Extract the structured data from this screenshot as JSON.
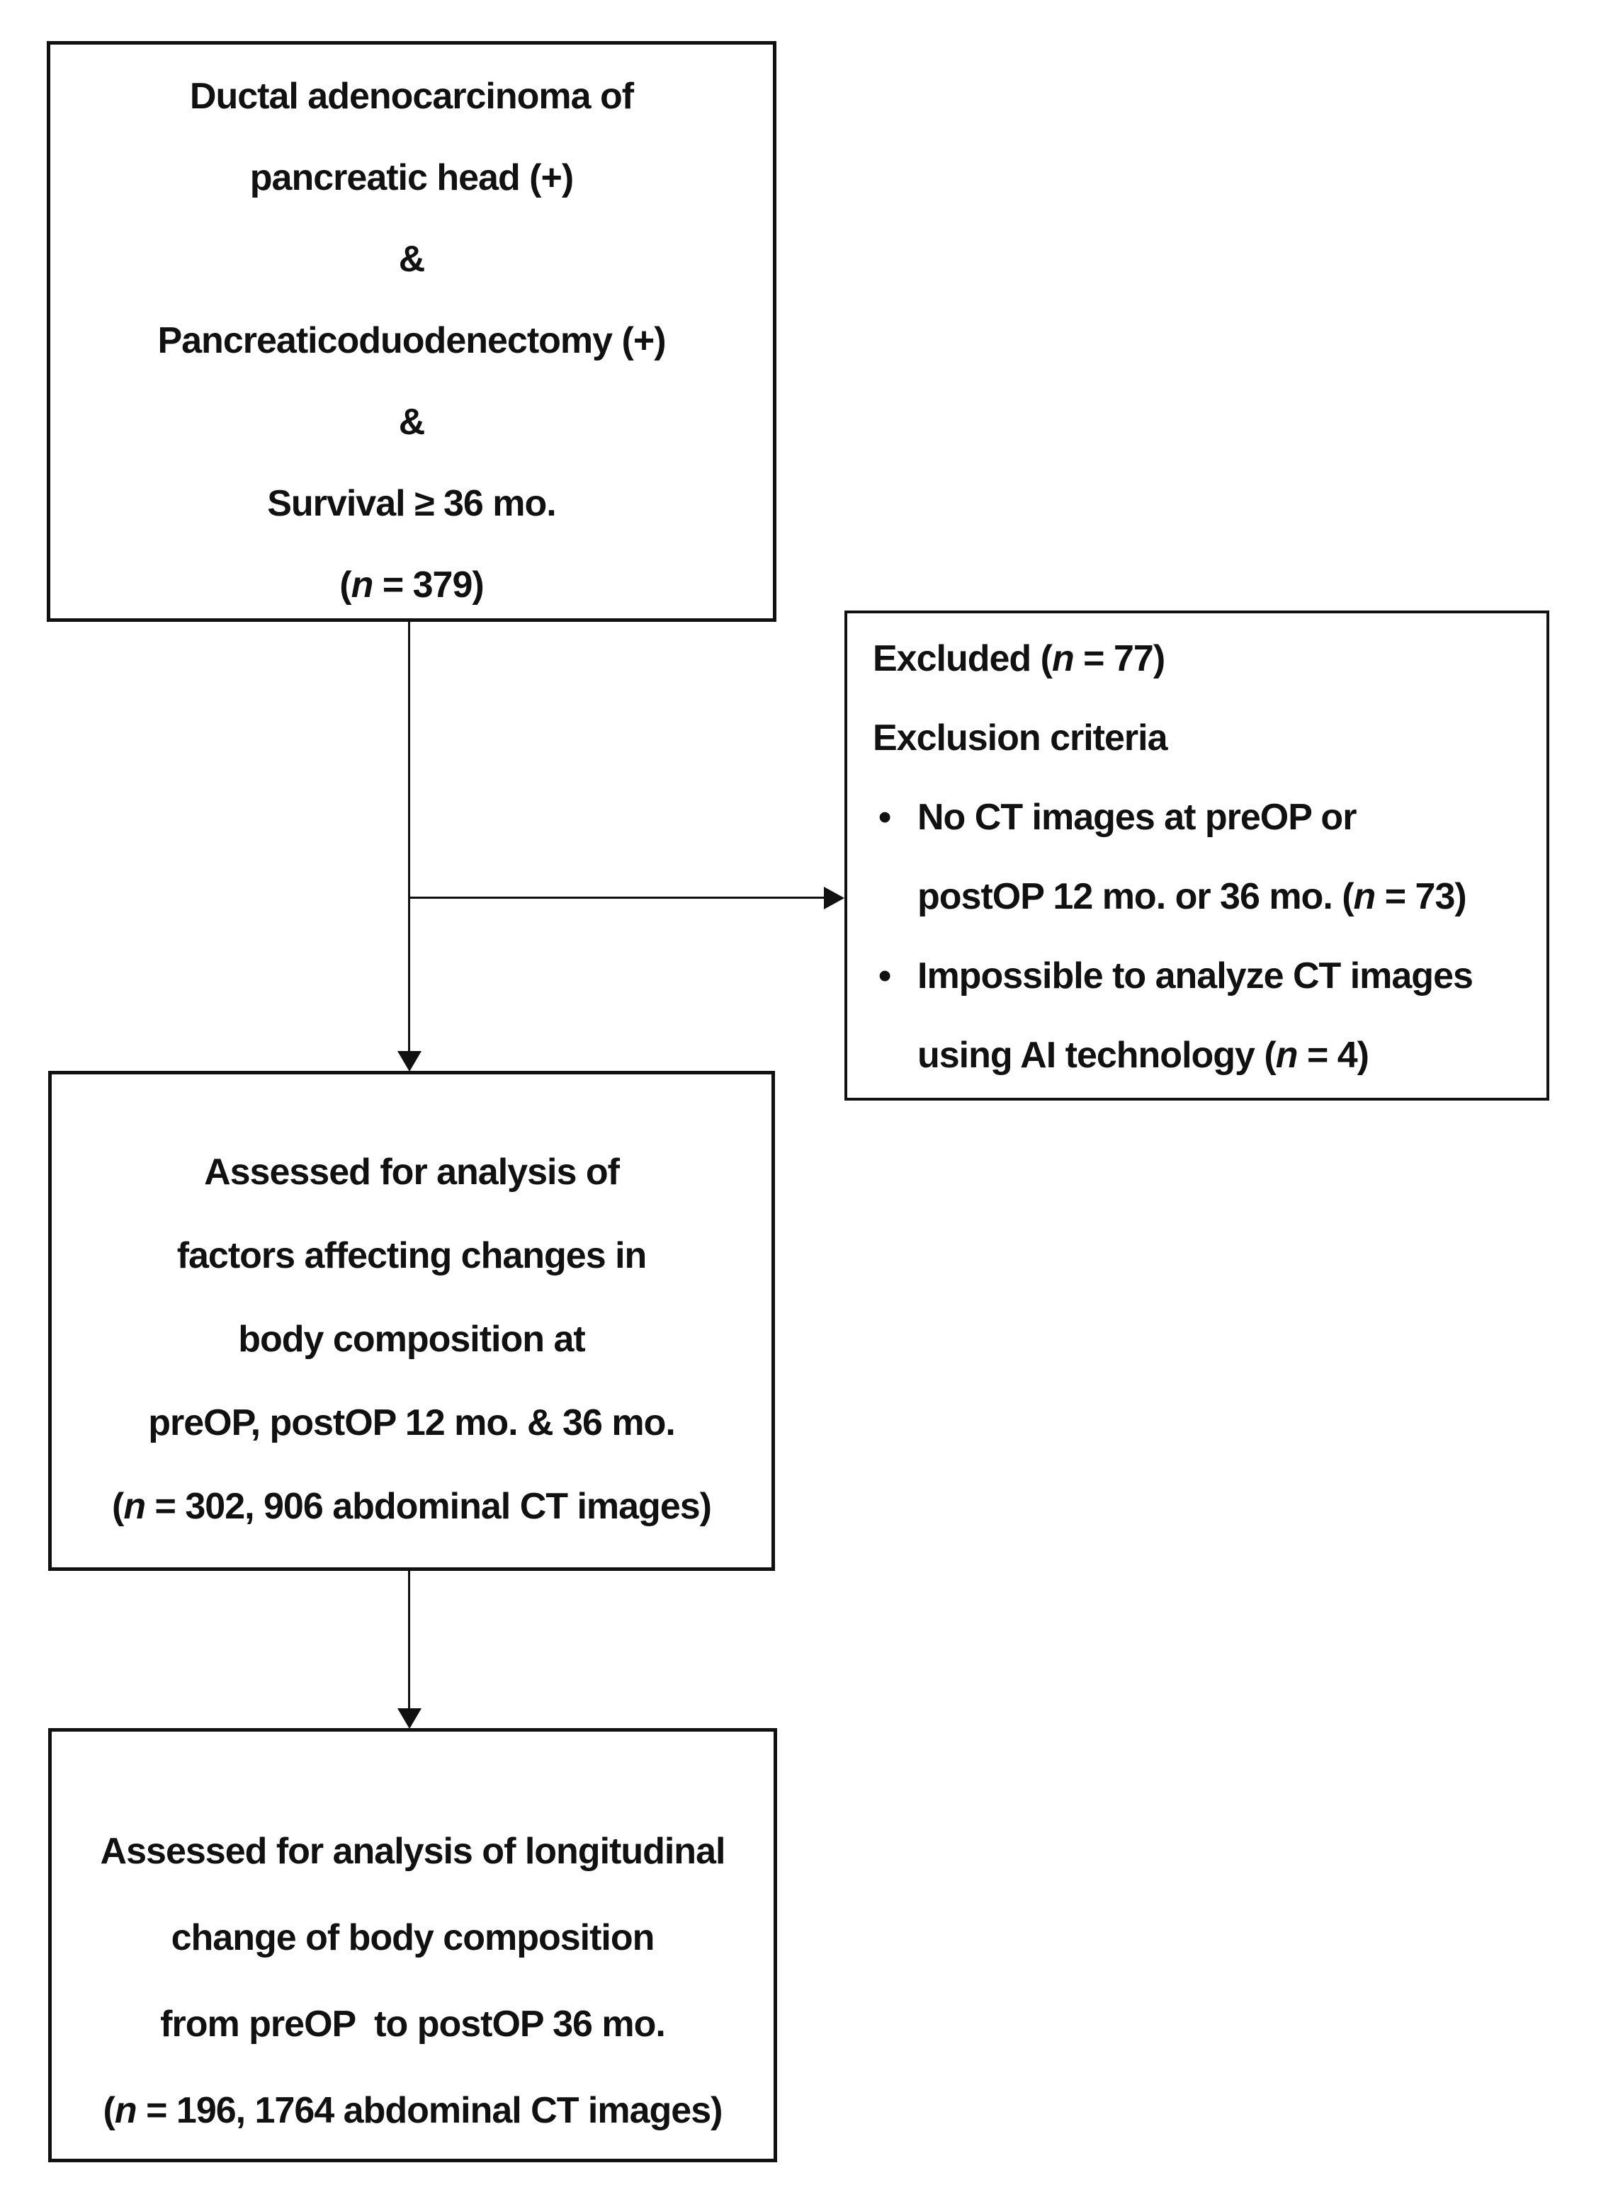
{
  "figure": {
    "type": "study-flow-diagram",
    "colors": {
      "background": "#ffffff",
      "border": "#111111",
      "text": "#111111",
      "arrow": "#111111"
    },
    "bullet_char": "•"
  },
  "boxes": {
    "eligibility": {
      "lines": [
        "Ductal adenocarcinoma of",
        "pancreatic head (+)",
        "&",
        "Pancreaticoduodenectomy (+)",
        "&",
        "Survival ≥ 36 mo.",
        "(*n* = 379)"
      ]
    },
    "excluded": {
      "title": "Excluded (*n* = 77)",
      "subtitle": "Exclusion criteria",
      "bullet1_line1": "No CT images at preOP or",
      "bullet1_line2": "postOP 12 mo. or 36 mo. (*n* = 73)",
      "bullet2_line1": "Impossible to analyze CT images",
      "bullet2_line2": "using AI technology (*n* = 4)"
    },
    "assessed_factors": {
      "lines": [
        "Assessed for analysis of",
        "factors affecting changes in",
        "body composition at",
        "preOP, postOP 12 mo. & 36 mo.",
        "(*n* = 302, 906 abdominal CT images)"
      ]
    },
    "assessed_longitudinal": {
      "lines": [
        "Assessed for analysis of longitudinal",
        "change of body composition",
        "from preOP  to postOP 36 mo.",
        "(*n* = 196, 1764 abdominal CT images)"
      ]
    }
  }
}
